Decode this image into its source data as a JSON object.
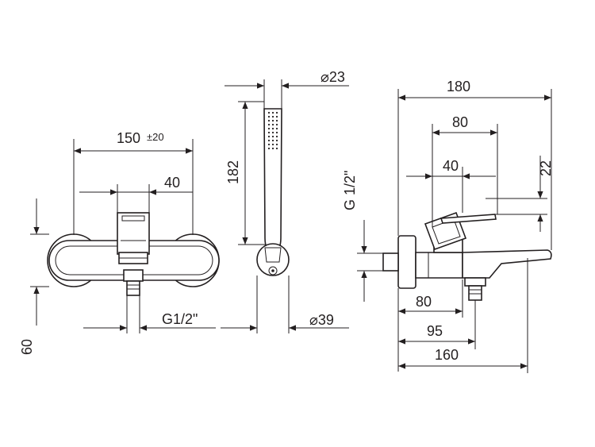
{
  "dimensions": {
    "width_total": "150",
    "width_tolerance": "±20",
    "handle_width": "40",
    "height_plate": "60",
    "inlet_thread": "G1/2\"",
    "handshower_diameter": "⌀23",
    "handshower_length": "182",
    "holder_diameter": "⌀39",
    "side_depth": "180",
    "side_80_top": "80",
    "side_40": "40",
    "side_22": "22",
    "side_thread": "G 1/2\"",
    "side_80_bottom": "80",
    "side_95": "95",
    "side_160": "160"
  }
}
